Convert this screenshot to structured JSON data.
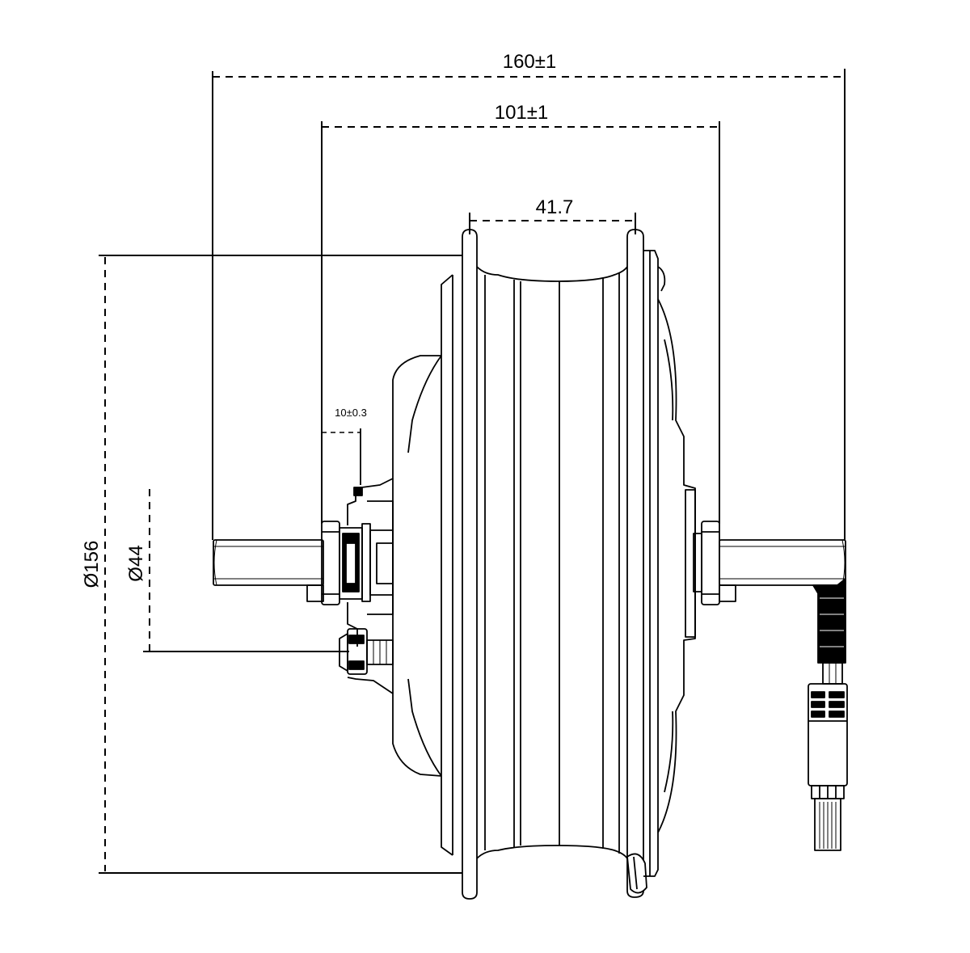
{
  "dimensions": {
    "overall_axle_length": "160±1",
    "dropout_spacing": "101±1",
    "rim_width": "41.7",
    "flange_offset": "10±0.3",
    "outer_diameter": "Ø156",
    "bolt_circle_diameter": "Ø44"
  },
  "colors": {
    "line": "#000000",
    "background": "#ffffff"
  }
}
